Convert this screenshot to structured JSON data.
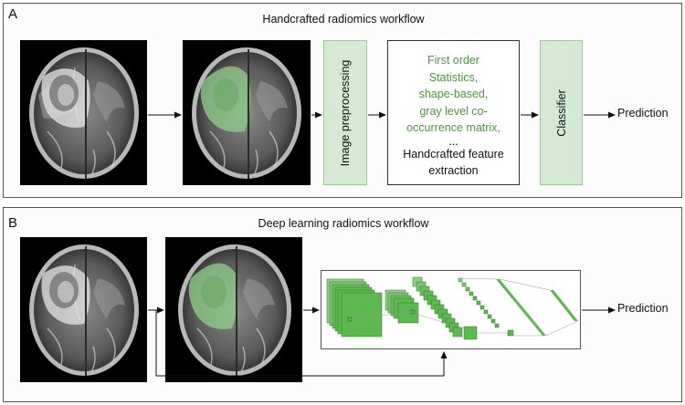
{
  "panel_a": {
    "letter": "A",
    "title": "Handcrafted radiomics workflow",
    "preprocessing_label": "Image preprocessing",
    "features": {
      "lines": [
        "First order",
        "Statistics,",
        "shape-based,",
        "gray level co-",
        "occurrence matrix,",
        "..."
      ],
      "caption_lines": [
        "Handcrafted feature",
        "extraction"
      ]
    },
    "classifier_label": "Classifier",
    "prediction_label": "Prediction"
  },
  "panel_b": {
    "letter": "B",
    "title": "Deep learning radiomics workflow",
    "prediction_label": "Prediction"
  },
  "colors": {
    "green_fill": "#d5ead2",
    "green_text": "#4a9a3a",
    "segmentation_overlay": "#8fd08a",
    "cnn_layer": "#5cb84f"
  },
  "images": [
    {
      "name": "mri-brain-scan",
      "segmentation": false
    },
    {
      "name": "mri-brain-scan-segmented",
      "segmentation": true
    }
  ]
}
